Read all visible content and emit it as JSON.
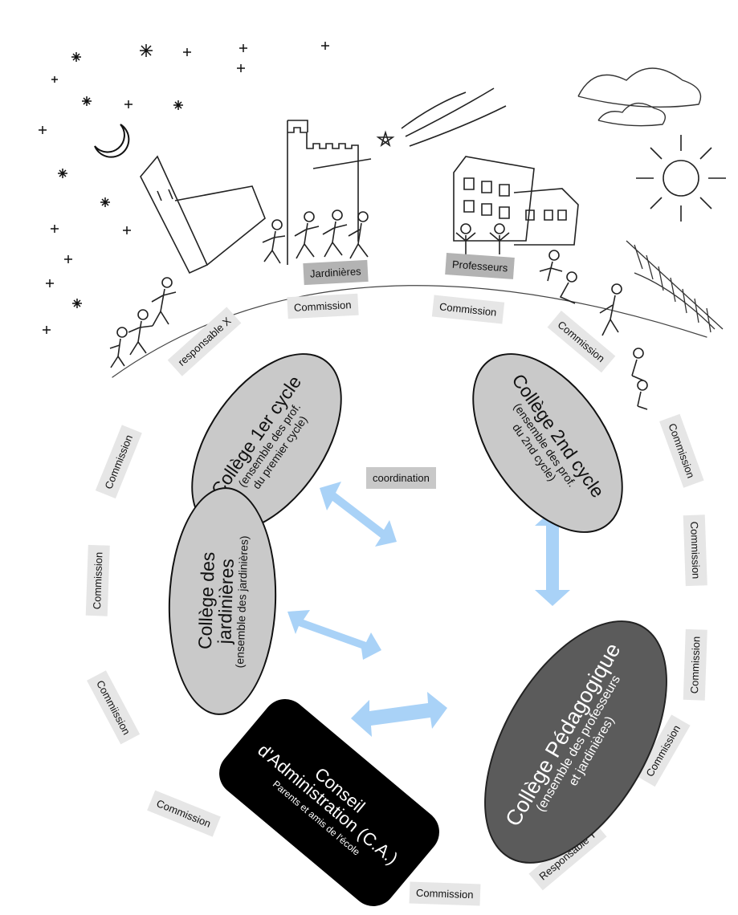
{
  "labels": {
    "jardinieres": "Jardinières",
    "professeurs": "Professeurs",
    "responsable_x": "responsable X",
    "responsable_y": "Responsable Y",
    "coordination": "coordination",
    "commission": "Commission",
    "commission_alt": "Commiission"
  },
  "colleges": {
    "premier_cycle": {
      "title": "Collège 1er cycle",
      "subtitle1": "(ensemble des prof.",
      "subtitle2": "du premier cycle)"
    },
    "second_cycle": {
      "title": "Collège 2nd cycle",
      "subtitle1": "(ensemble des prof.",
      "subtitle2": "du 2nd cycle)"
    },
    "jardinieres": {
      "title1": "Collège des",
      "title2": "jardinières",
      "subtitle": "(ensemble des jardinières)"
    },
    "pedagogique": {
      "title": "Collège Pédagogique",
      "subtitle1": "(ensemble des professeurs",
      "subtitle2": "et jardinières)"
    },
    "conseil": {
      "title1": "Conseil",
      "title2": "d'Administration (C.A.)",
      "subtitle": "Parents et amis de l'école"
    }
  },
  "colors": {
    "oval_light": "#c9c9c9",
    "oval_dark": "#5b5b5b",
    "conseil_box": "#000000",
    "arrow": "#a9d2f7",
    "label_bg": "#e6e6e6"
  }
}
